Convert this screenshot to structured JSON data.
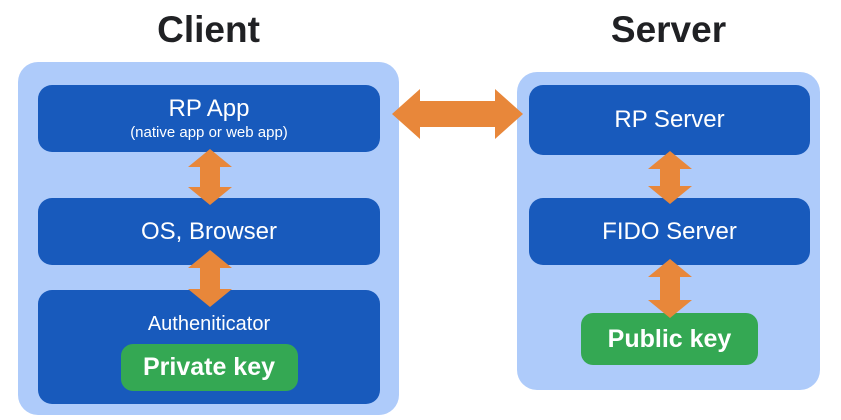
{
  "diagram": {
    "client": {
      "title": "Client",
      "rp_app": {
        "label": "RP App",
        "sublabel": "(native app or web app)"
      },
      "os_browser": {
        "label": "OS, Browser"
      },
      "authenticator": {
        "label": "Autheniticator",
        "private_key_label": "Private key"
      }
    },
    "server": {
      "title": "Server",
      "rp_server": {
        "label": "RP Server"
      },
      "fido_server": {
        "label": "FIDO Server"
      },
      "public_key_label": "Public key"
    },
    "colors": {
      "panel_bg": "#AECBFA",
      "box_bg": "#185ABC",
      "key_bg": "#34A853",
      "arrow": "#E8873A",
      "title_text": "#202124",
      "box_text": "#FFFFFF"
    }
  }
}
